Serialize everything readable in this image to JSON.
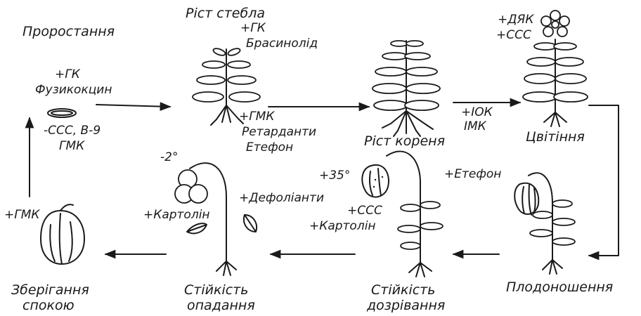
{
  "stages": {
    "germination": "Проростання",
    "stem_growth": "Ріст стебла",
    "root_growth": "Ріст кореня",
    "flowering": "Цвітіння",
    "fruiting": "Плодоношення",
    "ripening_resistance_1": "Стійкість",
    "ripening_resistance_2": "дозрівання",
    "shedding_resistance_1": "Стійкість",
    "shedding_resistance_2": "опадання",
    "dormancy_storage_1": "Зберігання",
    "dormancy_storage_2": "спокою"
  },
  "treatments": {
    "germ_gk": "+ГК",
    "germ_fusicoccin": "Фузикокцин",
    "seed_ccc_b9": "-ССС, В-9",
    "seed_gmk": "ГМК",
    "storage_gmk": "+ГМК",
    "stem_gk": "+ГК",
    "stem_brassinolide": "Брасинолід",
    "stem_gmk": "+ГМК",
    "stem_retardants": "Ретарданти",
    "stem_ethephon": "Етефон",
    "root_iok": "+ІОК",
    "root_imk": "ІМК",
    "flower_dyak": "+ДЯК",
    "flower_ccc": "+ССС",
    "fruit_ethephon": "+Етефон",
    "ripen_temp": "+35°",
    "ripen_ccc": "+ССС",
    "ripen_kartolin": "+Картолін",
    "shed_temp": "-2°",
    "shed_kartolin": "+Картолін",
    "shed_defoliants": "+Дефоліанти"
  },
  "icons": [
    "arrow-icon",
    "seed-icon",
    "plant-icon",
    "flower-icon",
    "fruit-icon",
    "leaf-icon",
    "roots-icon"
  ]
}
